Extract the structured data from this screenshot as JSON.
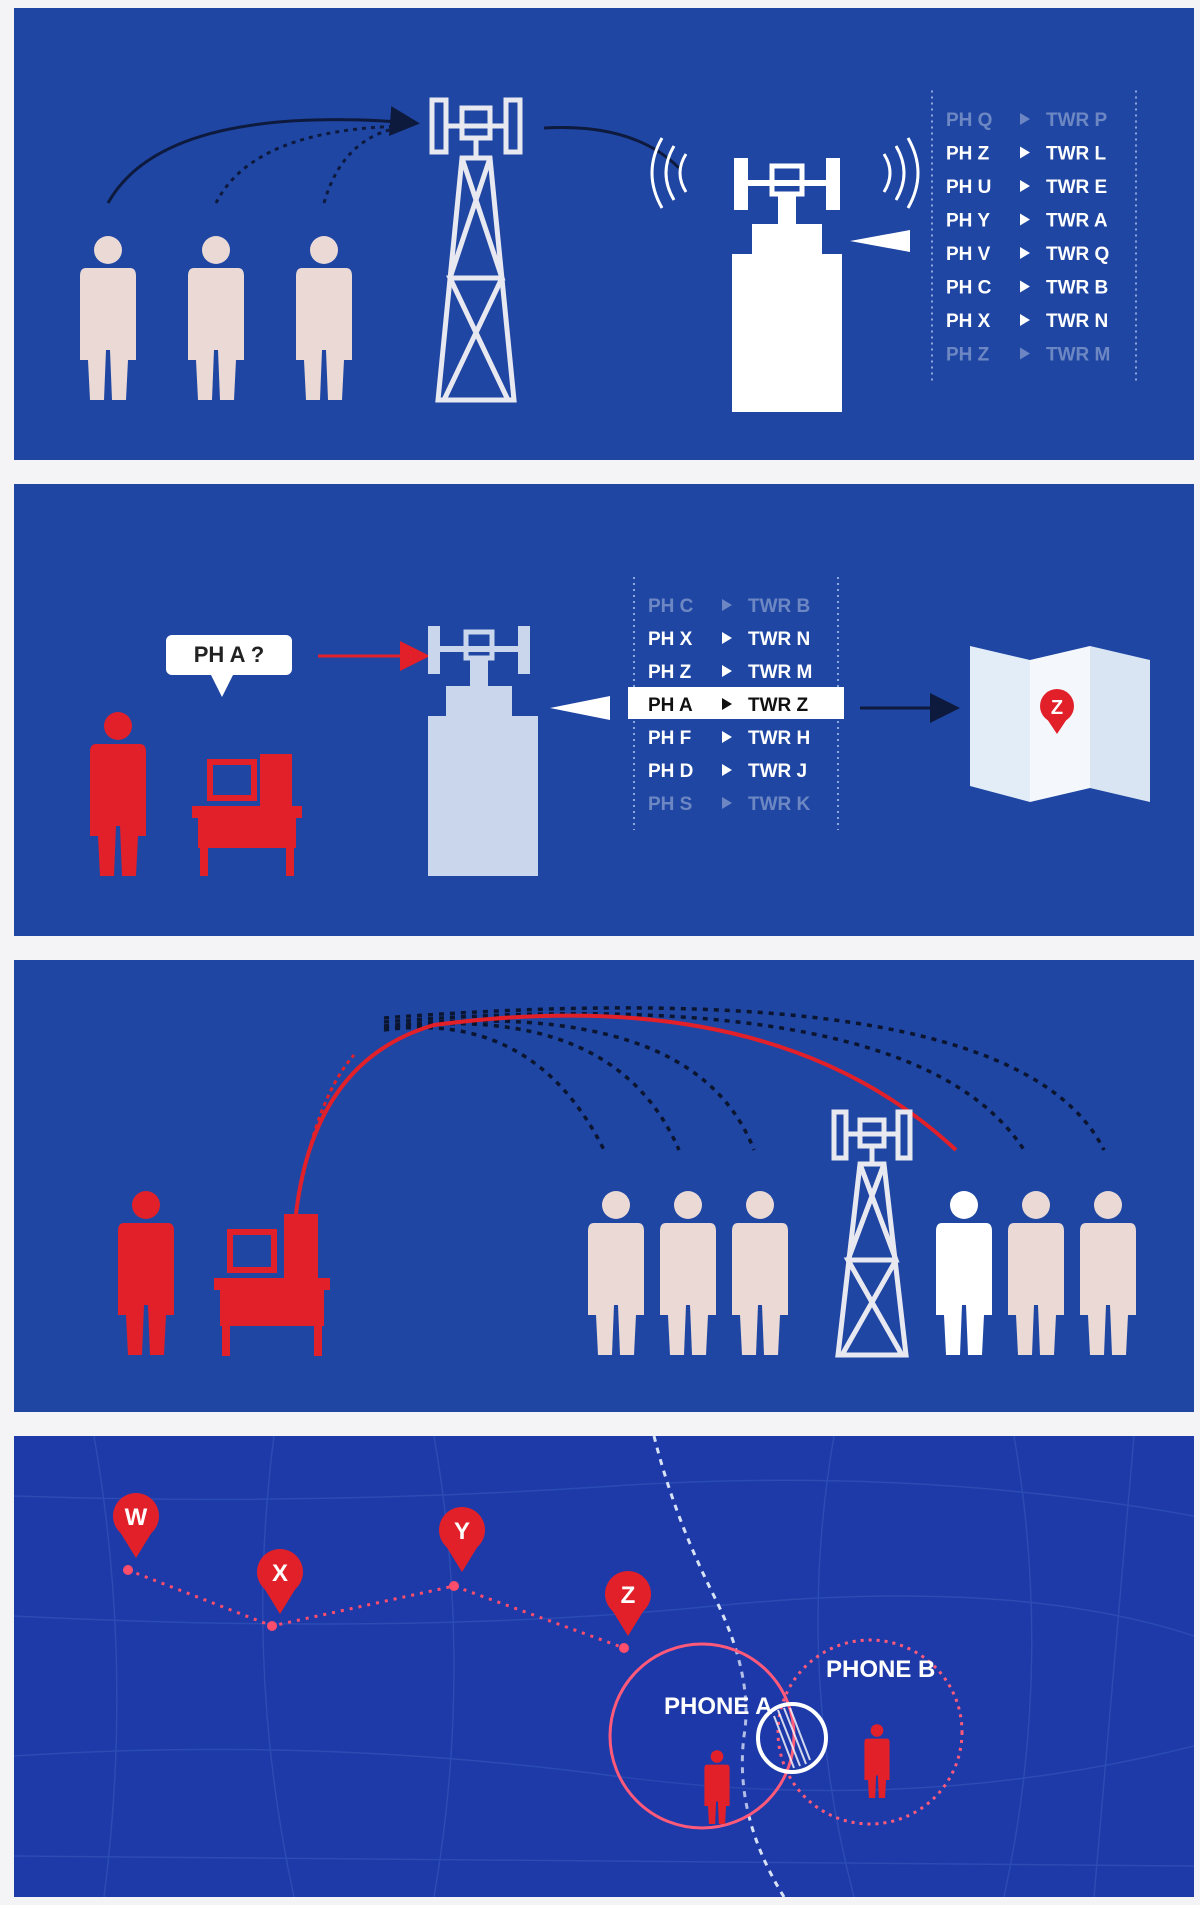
{
  "colors": {
    "panel_bg": "#1f46a3",
    "map_bg": "#1d3aa8",
    "red": "#e2202a",
    "person": "#ead9d4",
    "white": "#ffffff"
  },
  "panel1": {
    "log": [
      {
        "ph": "PH Q",
        "twr": "TWR P"
      },
      {
        "ph": "PH Z",
        "twr": "TWR L"
      },
      {
        "ph": "PH U",
        "twr": "TWR E"
      },
      {
        "ph": "PH Y",
        "twr": "TWR A"
      },
      {
        "ph": "PH V",
        "twr": "TWR Q"
      },
      {
        "ph": "PH C",
        "twr": "TWR B"
      },
      {
        "ph": "PH X",
        "twr": "TWR N"
      },
      {
        "ph": "PH Z",
        "twr": "TWR M"
      }
    ]
  },
  "panel2": {
    "query_label": "PH A ?",
    "log": [
      {
        "ph": "PH C",
        "twr": "TWR B"
      },
      {
        "ph": "PH X",
        "twr": "TWR N"
      },
      {
        "ph": "PH Z",
        "twr": "TWR M"
      },
      {
        "ph": "PH A",
        "twr": "TWR Z"
      },
      {
        "ph": "PH F",
        "twr": "TWR H"
      },
      {
        "ph": "PH D",
        "twr": "TWR J"
      },
      {
        "ph": "PH S",
        "twr": "TWR K"
      }
    ],
    "highlight_index": 3,
    "map_pin": "Z"
  },
  "panel4": {
    "pins": [
      "W",
      "X",
      "Y",
      "Z"
    ],
    "phone_a_label": "PHONE A",
    "phone_b_label": "PHONE B"
  }
}
